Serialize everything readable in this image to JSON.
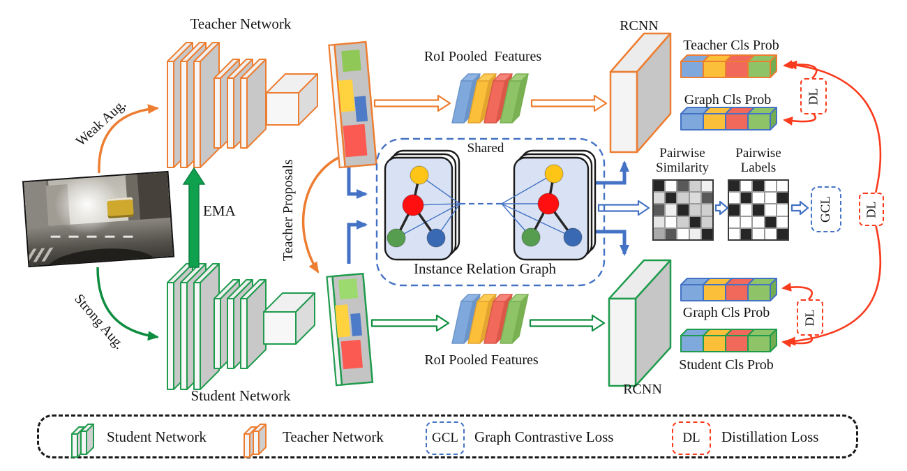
{
  "labels": {
    "teacher_network": "Teacher Network",
    "student_network": "Student Network",
    "weak_aug": "Weak Aug.",
    "strong_aug": "Strong Aug.",
    "ema": "EMA",
    "teacher_proposals": "Teacher Proposals",
    "roi_pooled_features_top": "RoI Pooled  Features",
    "roi_pooled_features_bottom": "RoI Pooled Features",
    "rcnn": "RCNN",
    "shared": "Shared",
    "instance_relation_graph": "Instance Relation Graph",
    "teacher_cls_prob": "Teacher Cls Prob",
    "graph_cls_prob": "Graph Cls Prob",
    "student_cls_prob": "Student Cls Prob",
    "gcl": "GCL",
    "dl": "DL"
  },
  "pairwise_similarity": {
    "title_line1": "Pairwise",
    "title_line2": "Similarity",
    "cells": [
      [
        "#262626",
        "#FFFFFF",
        "#595959",
        "#CFCFCF",
        "#F2F2F2"
      ],
      [
        "#DBDBDB",
        "#262626",
        "#CFCFCF",
        "#DBDBDB",
        "#595959"
      ],
      [
        "#595959",
        "#EFEFEF",
        "#262626",
        "#CFCFCF",
        "#CFCFCF"
      ],
      [
        "#E5E5E5",
        "#FFFFFF",
        "#CFCFCF",
        "#262626",
        "#CFCFCF"
      ],
      [
        "#ABABAB",
        "#595959",
        "#FFFFFF",
        "#EFEFEF",
        "#262626"
      ]
    ]
  },
  "pairwise_labels": {
    "title_line1": "Pairwise",
    "title_line2": "Labels",
    "cells": [
      [
        "#262626",
        "#FFFFFF",
        "#262626",
        "#FFFFFF",
        "#FFFFFF"
      ],
      [
        "#FFFFFF",
        "#262626",
        "#FFFFFF",
        "#FFFFFF",
        "#262626"
      ],
      [
        "#262626",
        "#FFFFFF",
        "#262626",
        "#FFFFFF",
        "#FFFFFF"
      ],
      [
        "#FFFFFF",
        "#FFFFFF",
        "#FFFFFF",
        "#262626",
        "#FFFFFF"
      ],
      [
        "#FFFFFF",
        "#262626",
        "#FFFFFF",
        "#FFFFFF",
        "#262626"
      ]
    ]
  },
  "legend": {
    "items": [
      {
        "icon": "student-network-plates",
        "label": "Student Network"
      },
      {
        "icon": "teacher-network-plates",
        "label": "Teacher Network"
      },
      {
        "icon": "gcl-box",
        "abbr": "GCL",
        "label": "Graph Contrastive Loss"
      },
      {
        "icon": "dl-box",
        "abbr": "DL",
        "label": "Distillation Loss"
      }
    ]
  },
  "colors": {
    "teacher_orange": "#ED7D31",
    "student_green": "#1F9B4D",
    "strong_aug_green": "#0E8C3F",
    "ema_green": "#0FA14E",
    "relation_blue": "#4472C4",
    "distill_red": "#F93B1D",
    "graph_node_yellow": "#FFC516",
    "graph_node_red": "#FF0F0F",
    "graph_node_green": "#569D4F",
    "graph_node_blue": "#3A69B3",
    "bar_cell_blue": "#7FA8DC",
    "bar_cell_yellow": "#FBBF3A",
    "bar_cell_red": "#F0695A",
    "bar_cell_green": "#8FC368"
  }
}
